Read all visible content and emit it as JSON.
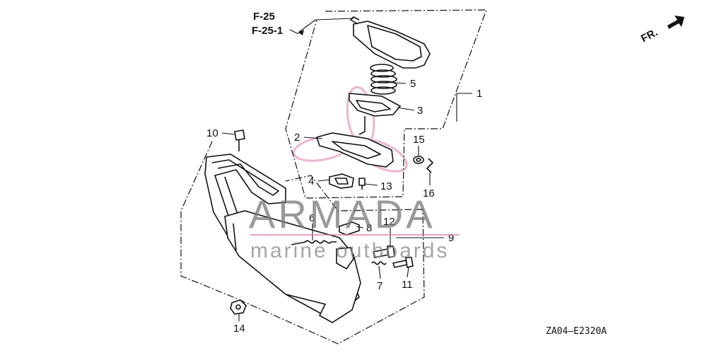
{
  "diagram": {
    "ref_line_1": "F-25",
    "ref_line_2": "F-25-1",
    "direction": "FR.",
    "code": "ZA04—E2320A",
    "callouts": {
      "c1": "1",
      "c2": "2",
      "c3": "3",
      "c4": "4",
      "c5": "5",
      "c6": "6",
      "c7": "7",
      "c8": "8",
      "c9": "9",
      "c10": "10",
      "c11": "11",
      "c12": "12",
      "c13": "13",
      "c14": "14",
      "c15": "15",
      "c16": "16"
    }
  },
  "watermark": {
    "brand": "ARMADA",
    "tagline": "marine outboards",
    "color": "#e07aa8"
  }
}
